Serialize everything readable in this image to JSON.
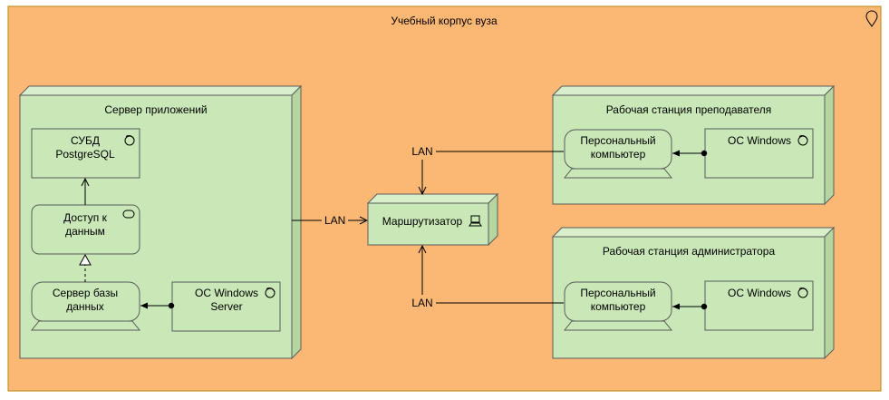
{
  "location": {
    "label": "Учебный корпус вуза",
    "fill": "#fbb875",
    "stroke": "#b8860b"
  },
  "colors": {
    "node_fill": "#c9e7b7",
    "node_top": "#d9eecb",
    "node_side": "#b5d6a0",
    "stroke": "#5c5c5c"
  },
  "nodes": {
    "app_server": {
      "label": "Сервер приложений"
    },
    "teacher_ws": {
      "label": "Рабочая станция преподавателя"
    },
    "admin_ws": {
      "label": "Рабочая станция администратора"
    },
    "router": {
      "label": "Маршрутизатор"
    }
  },
  "components": {
    "dbms": {
      "line1": "СУБД",
      "line2": "PostgreSQL"
    },
    "data_access": {
      "line1": "Доступ к",
      "line2": "данным"
    },
    "db_server": {
      "line1": "Сервер базы",
      "line2": "данных"
    },
    "os_server": {
      "line1": "ОС Windows",
      "line2": "Server"
    },
    "teacher_pc": {
      "line1": "Персональный",
      "line2": "компьютер"
    },
    "teacher_os": {
      "line1": "ОС Windows"
    },
    "admin_pc": {
      "line1": "Персональный",
      "line2": "компьютер"
    },
    "admin_os": {
      "line1": "ОС Windows"
    }
  },
  "links": {
    "server_router": "LAN",
    "teacher_router": "LAN",
    "admin_router": "LAN"
  }
}
